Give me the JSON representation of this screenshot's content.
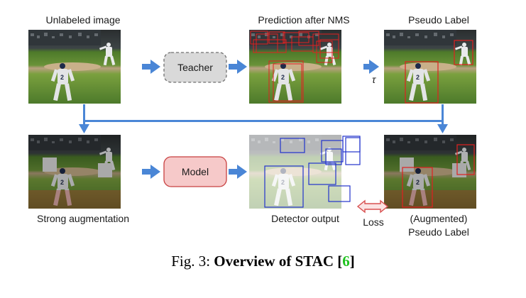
{
  "labels": {
    "unlabeled_image": "Unlabeled image",
    "prediction_after_nms": "Prediction after NMS",
    "pseudo_label": "Pseudo Label",
    "strong_augmentation": "Strong augmentation",
    "detector_output": "Detector output",
    "loss": "Loss",
    "augmented_line1": "(Augmented)",
    "augmented_line2": "Pseudo Label",
    "tau": "τ"
  },
  "boxes": {
    "teacher": "Teacher",
    "model": "Model"
  },
  "caption": {
    "prefix": "Fig. 3: ",
    "title": "Overview of STAC [",
    "ref": "6",
    "suffix": "]"
  },
  "colors": {
    "arrow": "#4a86d6",
    "teacher_fill": "#d9d9d9",
    "teacher_border": "#707070",
    "model_fill": "#f6c9c9",
    "model_border": "#c84040",
    "box_red": "#e02020",
    "box_blue": "#2233cc",
    "loss_arrow": "#d85050",
    "ref_green": "#1fc21f"
  }
}
